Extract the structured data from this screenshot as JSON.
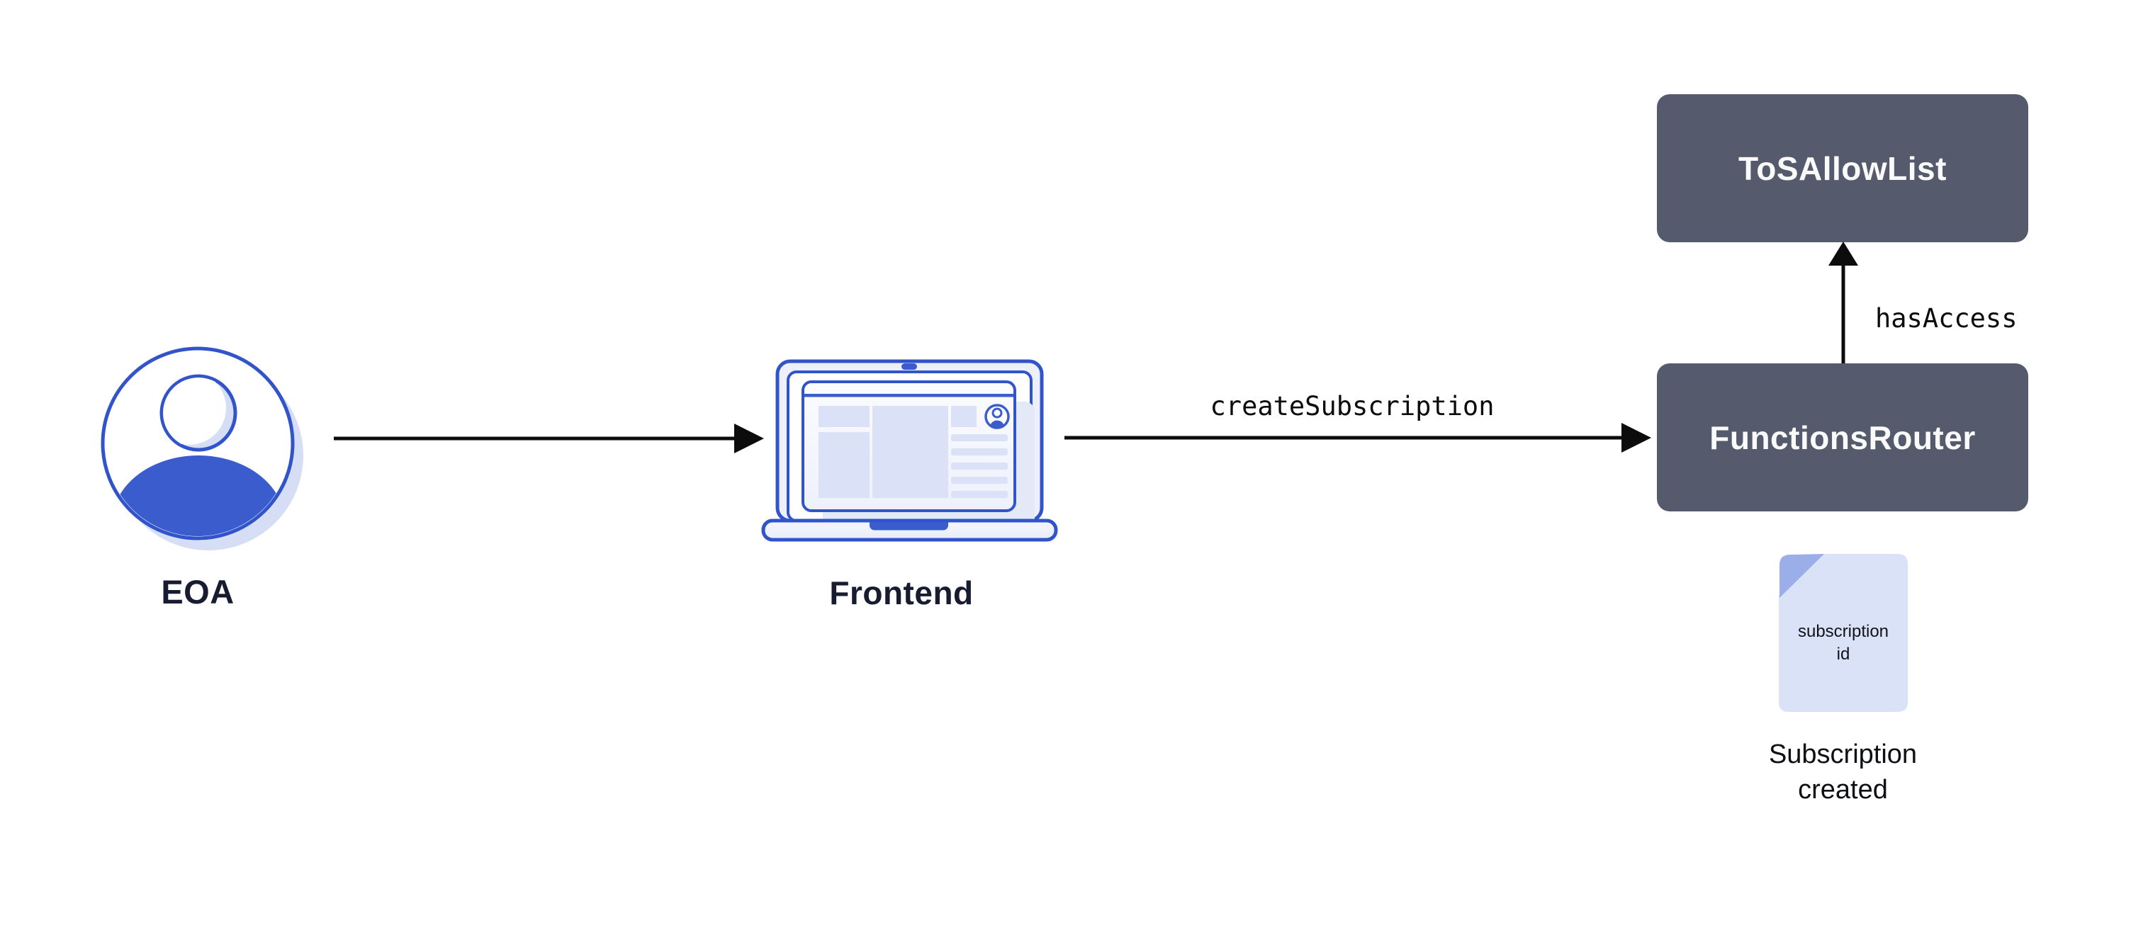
{
  "page": {
    "background": "#ffffff"
  },
  "colors": {
    "accent_blue": "#3a5ccd",
    "stroke_blue": "#3254ca",
    "light_periwinkle": "#d6def5",
    "screen_block_fill": "#dbe2f7",
    "doc_fill": "#dae2f8",
    "doc_fold": "#9baeea",
    "box_bg": "#555b6c",
    "box_text": "#fafafa",
    "label_dark": "#181c30",
    "arrow_black": "#0c0c0c"
  },
  "nodes": {
    "eoa": {
      "label": "EOA"
    },
    "frontend": {
      "label": "Frontend"
    },
    "tos_allow_list": {
      "label": "ToSAllowList"
    },
    "functions_router": {
      "label": "FunctionsRouter"
    },
    "subscription_doc": {
      "doc_text": "subscription id",
      "caption": "Subscription created"
    }
  },
  "edges": {
    "eoa_to_frontend": {
      "label": ""
    },
    "frontend_to_functions_router": {
      "label": "createSubscription"
    },
    "functions_router_to_tos_allow_list": {
      "label": "hasAccess"
    }
  }
}
